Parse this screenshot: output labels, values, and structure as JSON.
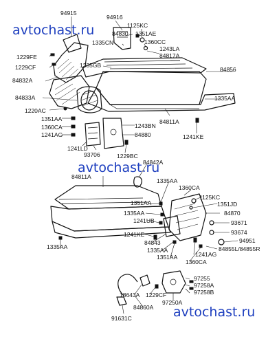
{
  "watermarks": [
    "avtochast.ru",
    "avtochast.ru",
    "avtochast.ru"
  ],
  "labels": {
    "l_94915": "94915",
    "l_94916": "94916",
    "l_1125kc_top": "1125KC",
    "l_84830": "84830",
    "l_1351ae": "1351AE",
    "l_1335cn": "1335CN",
    "l_1360cc": "1360CC",
    "l_1243la": "1243LA",
    "l_84817a": "84817A",
    "l_1229fe": "1229FE",
    "l_1335gb": "1335GB",
    "l_1229cf_top": "1229CF",
    "l_84856": "84856",
    "l_84832a": "84832A",
    "l_84833a": "84833A",
    "l_1335aa_top": "1335AA",
    "l_1220ac": "1220AC",
    "l_84811a_top": "84811A",
    "l_1351aa_top": "1351AA",
    "l_1360ca_top": "1360CA",
    "l_1243bn": "1243BN",
    "l_1241ag_top": "1241AG",
    "l_84880": "84880",
    "l_1241ke_top": "1241KE",
    "l_1241ld": "1241LD",
    "l_93706": "93706",
    "l_1229bc": "1229BC",
    "l_84842a": "84842A",
    "l_84811a_bot": "84811A",
    "l_1335aa_b1": "1335AA",
    "l_1360ca_b1": "1360CA",
    "l_1125kc_bot": "1125KC",
    "l_1351aa_b1": "1351AA",
    "l_1351jd": "1351JD",
    "l_1335aa_b2": "1335AA",
    "l_84870": "84870",
    "l_1241ub": "1241UB",
    "l_93671": "93671",
    "l_1335aa_left": "1335AA",
    "l_1241ke_bot": "1241KE",
    "l_93674": "93674",
    "l_84843": "84843",
    "l_94951": "94951",
    "l_1335aa_b3": "1335AA",
    "l_84855": "84855L/84855R",
    "l_1351aa_b2": "1351AA",
    "l_1241ag_bot": "1241AG",
    "l_1360ca_b2": "1360CA",
    "l_97255": "97255",
    "l_97258a": "97258A",
    "l_97258b": "97258B",
    "l_1229cf_bot": "1229CF",
    "l_18643a": "18643A",
    "l_97250a": "97250A",
    "l_84860a": "84860A",
    "l_91631c": "91631C"
  }
}
